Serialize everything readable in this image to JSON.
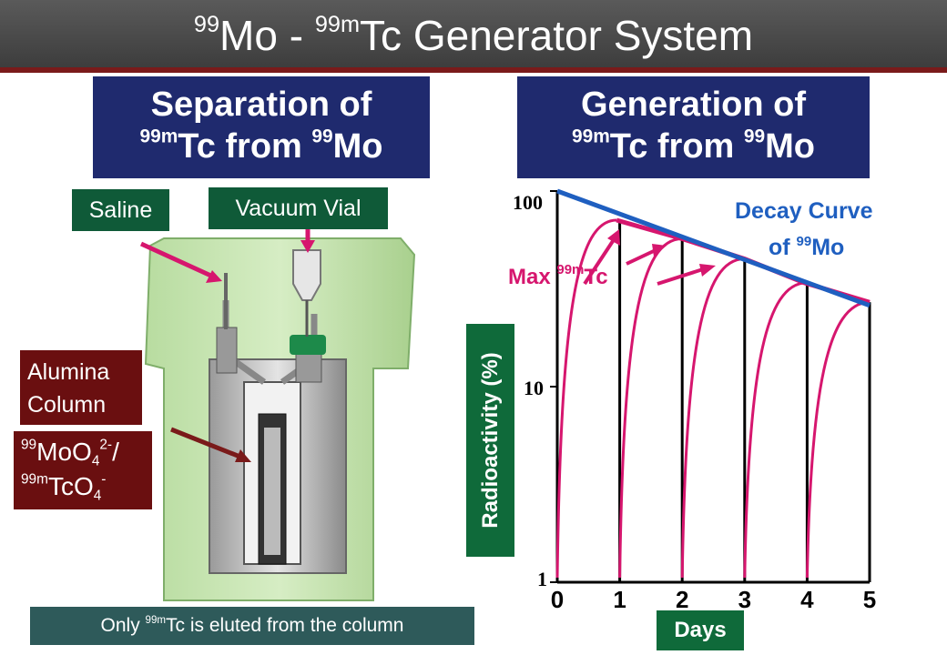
{
  "title": {
    "mo": "Mo - ",
    "tc": "Tc Generator System",
    "mo_mass": "99",
    "tc_mass": "99m"
  },
  "left_box": {
    "line1": "Separation of",
    "tc_mass": "99m",
    "tc": "Tc from ",
    "mo_mass": "99",
    "mo": "Mo"
  },
  "right_box": {
    "line1": "Generation of",
    "tc_mass": "99m",
    "tc": "Tc from ",
    "mo_mass": "99",
    "mo": "Mo"
  },
  "labels": {
    "saline": "Saline",
    "vacuum_vial": "Vacuum Vial",
    "alumina_line1": "Alumina",
    "alumina_line2": "Column",
    "formula_mass1": "99",
    "formula_part1": "MoO",
    "formula_sub1": "4",
    "formula_sup1": "2-",
    "formula_slash": "/",
    "formula_mass2": "99m",
    "formula_part2": "TcO",
    "formula_sub2": "4",
    "formula_sup2": "-",
    "footer_pre": "Only ",
    "footer_mass": "99m",
    "footer_post": "Tc is eluted from the column"
  },
  "colors": {
    "navy": "#1f2a6e",
    "magenta": "#d6166e",
    "blue": "#1f5fc0",
    "green": "#0f5a38",
    "maroon": "#6a0f10"
  },
  "chart_data": {
    "type": "line",
    "scale": "log",
    "xlabel": "Days",
    "ylabel": "Radioactivity (%)",
    "x_ticks": [
      "0",
      "1",
      "2",
      "3",
      "4",
      "5"
    ],
    "y_ticks": [
      "1",
      "10",
      "100"
    ],
    "xlim": [
      0,
      5
    ],
    "ylim": [
      1,
      100
    ],
    "annotations": {
      "decay_line1": "Decay Curve",
      "decay_line2_pre": "of ",
      "decay_mass": "99",
      "decay_el": "Mo",
      "max_pre": "Max ",
      "max_mass": "99m",
      "max_el": "Tc"
    },
    "series": [
      {
        "points": [
          [
            0,
            100
          ],
          [
            5,
            26
          ]
        ]
      },
      {
        "points": [
          [
            0.95,
            71
          ],
          [
            2.0,
            57
          ],
          [
            3.0,
            45
          ],
          [
            3.95,
            34
          ],
          [
            5.0,
            27
          ]
        ]
      }
    ],
    "elutions": [
      0,
      1,
      2,
      3,
      4
    ]
  }
}
